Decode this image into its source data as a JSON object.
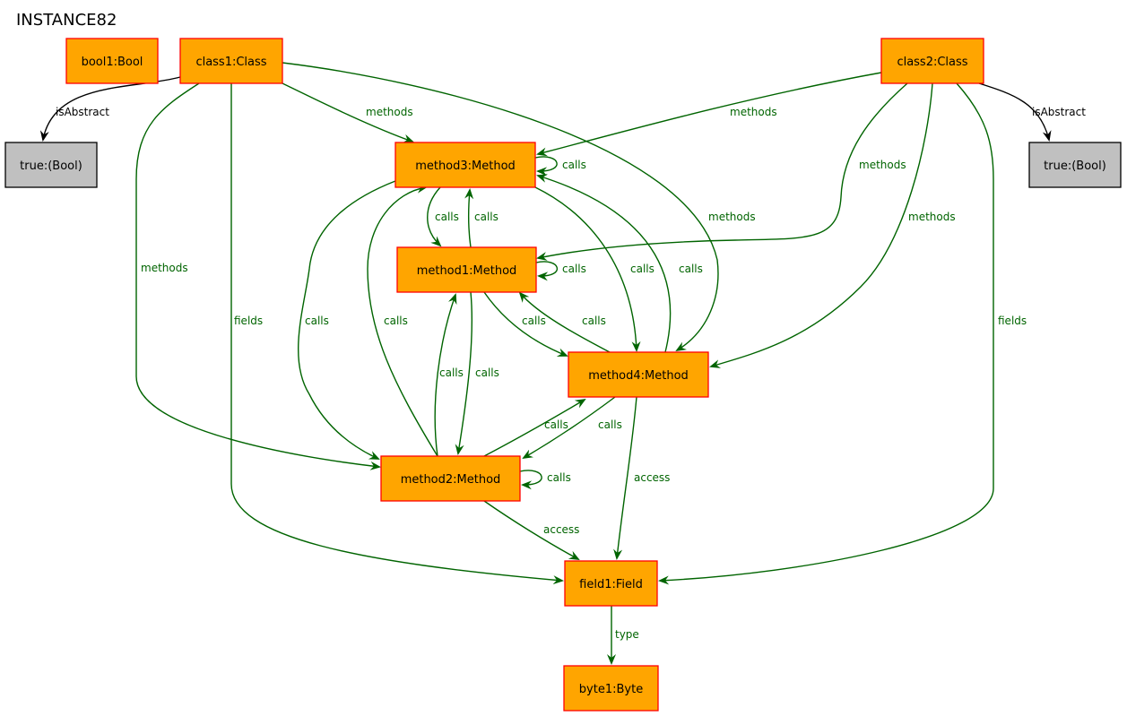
{
  "title": "INSTANCE82",
  "colors": {
    "node_fill": "#ffa500",
    "node_border": "#ff0000",
    "value_fill": "#c0c0c0",
    "value_border": "#000000",
    "edge_green": "#006400",
    "edge_black": "#000000"
  },
  "nodes": [
    {
      "id": "bool1",
      "label": "bool1:Bool",
      "kind": "object"
    },
    {
      "id": "class1",
      "label": "class1:Class",
      "kind": "object"
    },
    {
      "id": "class2",
      "label": "class2:Class",
      "kind": "object"
    },
    {
      "id": "true1",
      "label": "true:(Bool)",
      "kind": "value"
    },
    {
      "id": "true2",
      "label": "true:(Bool)",
      "kind": "value"
    },
    {
      "id": "method3",
      "label": "method3:Method",
      "kind": "object"
    },
    {
      "id": "method1",
      "label": "method1:Method",
      "kind": "object"
    },
    {
      "id": "method4",
      "label": "method4:Method",
      "kind": "object"
    },
    {
      "id": "method2",
      "label": "method2:Method",
      "kind": "object"
    },
    {
      "id": "field1",
      "label": "field1:Field",
      "kind": "object"
    },
    {
      "id": "byte1",
      "label": "byte1:Byte",
      "kind": "object"
    }
  ],
  "edges": [
    {
      "id": "e1",
      "from": "class1",
      "to": "true1",
      "label": "isAbstract",
      "color": "black"
    },
    {
      "id": "e2",
      "from": "class2",
      "to": "true2",
      "label": "isAbstract",
      "color": "black"
    },
    {
      "id": "e3",
      "from": "class1",
      "to": "method3",
      "label": "methods",
      "color": "green"
    },
    {
      "id": "e4",
      "from": "class1",
      "to": "method4",
      "label": "methods",
      "color": "green"
    },
    {
      "id": "e5",
      "from": "class1",
      "to": "method2",
      "label": "methods",
      "color": "green"
    },
    {
      "id": "e6",
      "from": "class1",
      "to": "field1",
      "label": "fields",
      "color": "green"
    },
    {
      "id": "e7",
      "from": "class2",
      "to": "method3",
      "label": "methods",
      "color": "green"
    },
    {
      "id": "e8",
      "from": "class2",
      "to": "method1",
      "label": "methods",
      "color": "green"
    },
    {
      "id": "e9",
      "from": "class2",
      "to": "method4",
      "label": "methods",
      "color": "green"
    },
    {
      "id": "e10",
      "from": "class2",
      "to": "field1",
      "label": "fields",
      "color": "green"
    },
    {
      "id": "e11",
      "from": "method3",
      "to": "method3",
      "label": "calls",
      "color": "green"
    },
    {
      "id": "e12",
      "from": "method3",
      "to": "method1",
      "label": "calls",
      "color": "green"
    },
    {
      "id": "e13",
      "from": "method1",
      "to": "method3",
      "label": "calls",
      "color": "green"
    },
    {
      "id": "e14",
      "from": "method1",
      "to": "method1",
      "label": "calls",
      "color": "green"
    },
    {
      "id": "e15",
      "from": "method3",
      "to": "method4",
      "label": "calls",
      "color": "green"
    },
    {
      "id": "e16",
      "from": "method4",
      "to": "method3",
      "label": "calls",
      "color": "green"
    },
    {
      "id": "e17",
      "from": "method3",
      "to": "method2",
      "label": "calls",
      "color": "green"
    },
    {
      "id": "e18",
      "from": "method2",
      "to": "method3",
      "label": "calls",
      "color": "green"
    },
    {
      "id": "e19",
      "from": "method1",
      "to": "method4",
      "label": "calls",
      "color": "green"
    },
    {
      "id": "e20",
      "from": "method4",
      "to": "method1",
      "label": "calls",
      "color": "green"
    },
    {
      "id": "e21",
      "from": "method2",
      "to": "method1",
      "label": "calls",
      "color": "green"
    },
    {
      "id": "e22",
      "from": "method1",
      "to": "method2",
      "label": "calls",
      "color": "green"
    },
    {
      "id": "e23",
      "from": "method2",
      "to": "method4",
      "label": "calls",
      "color": "green"
    },
    {
      "id": "e24",
      "from": "method4",
      "to": "method2",
      "label": "calls",
      "color": "green"
    },
    {
      "id": "e25",
      "from": "method2",
      "to": "method2",
      "label": "calls",
      "color": "green"
    },
    {
      "id": "e26",
      "from": "method2",
      "to": "field1",
      "label": "access",
      "color": "green"
    },
    {
      "id": "e27",
      "from": "method4",
      "to": "field1",
      "label": "access",
      "color": "green"
    },
    {
      "id": "e28",
      "from": "field1",
      "to": "byte1",
      "label": "type",
      "color": "green"
    }
  ]
}
